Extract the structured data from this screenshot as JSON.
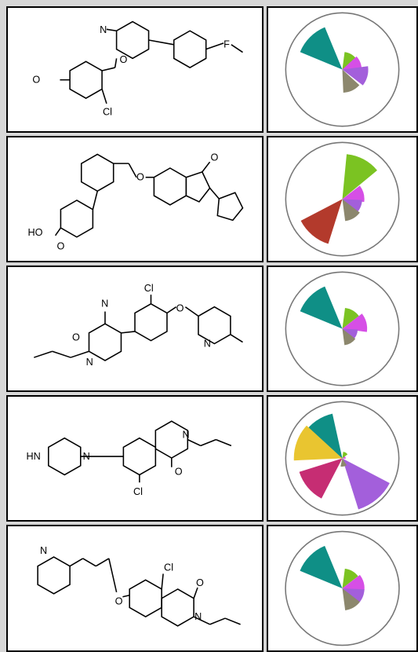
{
  "rows": [
    {
      "labels": [
        "O",
        "N",
        "O",
        "Cl",
        "F"
      ],
      "pie": [
        {
          "color": "#0f8f86",
          "angle": -45,
          "r": 0.83
        },
        {
          "color": "#7bc322",
          "angle": 30,
          "r": 0.32
        },
        {
          "color": "#d64fe6",
          "angle": 70,
          "r": 0.35
        },
        {
          "color": "#a35fdb",
          "angle": 105,
          "r": 0.47
        },
        {
          "color": "#8c876d",
          "angle": 155,
          "r": 0.42
        }
      ]
    },
    {
      "labels": [
        "O",
        "O",
        "HO",
        "O"
      ],
      "pie": [
        {
          "color": "#7bc322",
          "angle": 28,
          "r": 0.82
        },
        {
          "color": "#d64fe6",
          "angle": 75,
          "r": 0.4
        },
        {
          "color": "#a35fdb",
          "angle": 115,
          "r": 0.36
        },
        {
          "color": "#8c876d",
          "angle": 150,
          "r": 0.4
        },
        {
          "color": "#b33a2c",
          "angle": 220,
          "r": 0.85
        }
      ]
    },
    {
      "labels": [
        "N",
        "Cl",
        "O",
        "O",
        "N",
        "N"
      ],
      "pie": [
        {
          "color": "#0f8f86",
          "angle": -45,
          "r": 0.83
        },
        {
          "color": "#7bc322",
          "angle": 30,
          "r": 0.38
        },
        {
          "color": "#d64fe6",
          "angle": 75,
          "r": 0.45
        },
        {
          "color": "#a35fdb",
          "angle": 115,
          "r": 0.28
        },
        {
          "color": "#8c876d",
          "angle": 150,
          "r": 0.3
        }
      ]
    },
    {
      "labels": [
        "HN",
        "N",
        "N",
        "O",
        "Cl"
      ],
      "pie": [
        {
          "color": "#0f8f86",
          "angle": -35,
          "r": 0.83
        },
        {
          "color": "#7bc322",
          "angle": 30,
          "r": 0.12
        },
        {
          "color": "#d64fe6",
          "angle": 75,
          "r": 0.06
        },
        {
          "color": "#a35fdb",
          "angle": 140,
          "r": 0.97
        },
        {
          "color": "#8c876d",
          "angle": 170,
          "r": 0.15
        },
        {
          "color": "#c62d73",
          "angle": 230,
          "r": 0.82
        },
        {
          "color": "#e9c530",
          "angle": 290,
          "r": 0.88
        }
      ]
    },
    {
      "labels": [
        "N",
        "Cl",
        "O",
        "O",
        "N"
      ],
      "pie": [
        {
          "color": "#0f8f86",
          "angle": -45,
          "r": 0.83
        },
        {
          "color": "#7bc322",
          "angle": 30,
          "r": 0.36
        },
        {
          "color": "#d64fe6",
          "angle": 75,
          "r": 0.4
        },
        {
          "color": "#a35fdb",
          "angle": 115,
          "r": 0.4
        },
        {
          "color": "#8c876d",
          "angle": 150,
          "r": 0.4
        }
      ]
    }
  ]
}
